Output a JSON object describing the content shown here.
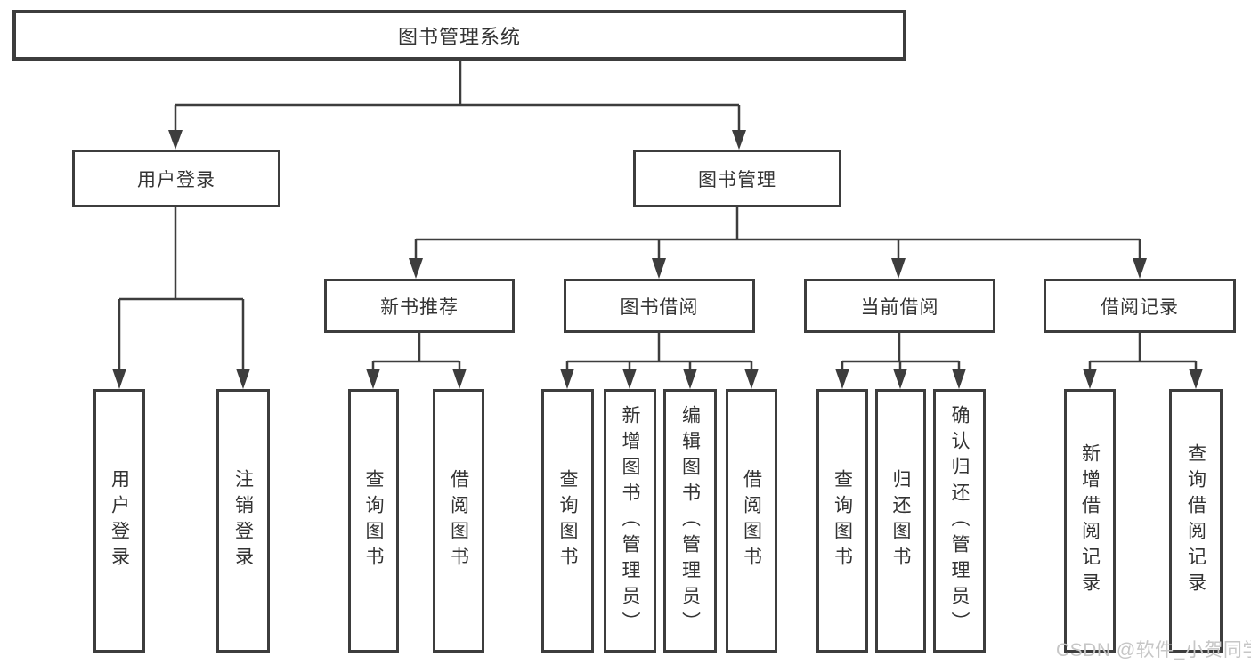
{
  "colors": {
    "line": "#3d3d3d",
    "text": "#333333",
    "box_bg": "#ffffff",
    "background": "#ffffff",
    "watermark": "#c6c6c6"
  },
  "watermark": {
    "text": "CSDN @软件_小贺同学"
  },
  "tree": {
    "label": "图书管理系统",
    "children": [
      {
        "label": "用户登录",
        "children": [
          {
            "label": "用户登录"
          },
          {
            "label": "注销登录"
          }
        ]
      },
      {
        "label": "图书管理",
        "children": [
          {
            "label": "新书推荐",
            "children": [
              {
                "label": "查询图书"
              },
              {
                "label": "借阅图书"
              }
            ]
          },
          {
            "label": "图书借阅",
            "children": [
              {
                "label": "查询图书"
              },
              {
                "label": "新增图书（管理员）"
              },
              {
                "label": "编辑图书（管理员）"
              },
              {
                "label": "借阅图书"
              }
            ]
          },
          {
            "label": "当前借阅",
            "children": [
              {
                "label": "查询图书"
              },
              {
                "label": "归还图书"
              },
              {
                "label": "确认归还（管理员）"
              }
            ]
          },
          {
            "label": "借阅记录",
            "children": [
              {
                "label": "新增借阅记录"
              },
              {
                "label": "查询借阅记录"
              }
            ]
          }
        ]
      }
    ]
  }
}
